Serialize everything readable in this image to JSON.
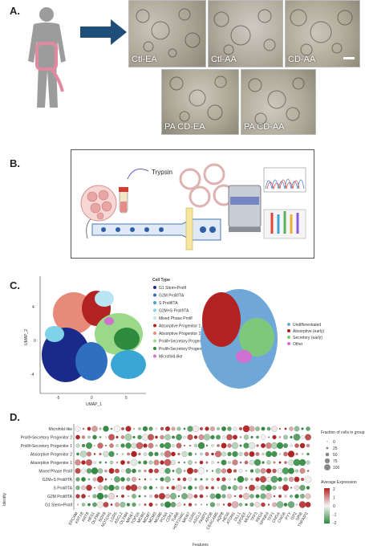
{
  "panels": {
    "a": "A.",
    "b": "B.",
    "c": "C.",
    "d": "D."
  },
  "panel_a": {
    "conditions": [
      "Ctl-EA",
      "Ctl-AA",
      "CD-AA",
      "PA CD-EA",
      "PA CD-AA"
    ]
  },
  "panel_b": {
    "trypsin_label": "Trypsin"
  },
  "panel_c": {
    "x_label": "UMAP_1",
    "y_label": "UMAP_2",
    "x_ticks": [
      "-5",
      "0",
      "5"
    ],
    "y_ticks": [
      "4",
      "0",
      "-4"
    ],
    "legend_title": "Cell Type",
    "cell_types": [
      {
        "label": "G1 Stem+Prolif",
        "color": "#1a2a8a"
      },
      {
        "label": "G2M Prolif/TA",
        "color": "#2f6fbf"
      },
      {
        "label": "S Prolif/TA",
        "color": "#3aa6d6"
      },
      {
        "label": "G2M+S Prolif/TA",
        "color": "#7fd3e8"
      },
      {
        "label": "Mixed Phase Prolif",
        "color": "#b9e4f1"
      },
      {
        "label": "Absorptive Progenitor 1",
        "color": "#b22222"
      },
      {
        "label": "Absorptive Progenitor 2",
        "color": "#e88a7a"
      },
      {
        "label": "Prolif+Secretory Progenitor 1",
        "color": "#9ad98a"
      },
      {
        "label": "Prolif+Secretory Progenitor 2",
        "color": "#2e8b3e"
      },
      {
        "label": "Microfold-like",
        "color": "#d070d0"
      }
    ],
    "legend2": [
      {
        "label": "Undifferentiated",
        "color": "#6fa8d8"
      },
      {
        "label": "Absorptive (early)",
        "color": "#b22222"
      },
      {
        "label": "Secretory (early)",
        "color": "#7cc97c"
      },
      {
        "label": "Other",
        "color": "#d070d0"
      }
    ]
  },
  "chart_data": {
    "type": "dotplot",
    "ylabel": "Identity",
    "xlabel": "Features",
    "identities": [
      "Microfold-like",
      "Prolif+Secretory Progenitor 2",
      "Prolif+Secretory Progenitor 1",
      "Absorptive Progenitor 2",
      "Absorptive Progenitor 1",
      "Mixed Phase Prolif",
      "G2M+S Prolif/TA",
      "S Prolif/TA",
      "G2M Prolif/TA",
      "G1 Stem+Prolif"
    ],
    "features": [
      "EPCAM",
      "KRT18",
      "KRT8",
      "HES1",
      "OLFM4",
      "SOX9",
      "NOTCH1",
      "LGR5",
      "ASCL2",
      "OLFM4",
      "MKI67",
      "TOP2A",
      "MCM2",
      "MCM7",
      "MCM3",
      "MCM6",
      "PCNA",
      "CDK1",
      "TUBB",
      "HIST1H4C",
      "MKI67",
      "LGR5",
      "ASCL2",
      "FABP2",
      "APOB",
      "CEACAM5",
      "AQP8",
      "HES6",
      "ATOH1",
      "DLL1",
      "SPDEF",
      "MUC2",
      "TFF3",
      "REG4",
      "SPINK4",
      "TFF1",
      "CHGA",
      "CHGB",
      "PYY",
      "GP2",
      "SPIB",
      "TNFAIP2"
    ],
    "legend_size_title": "Fraction of cells in group (%)",
    "size_levels": [
      0,
      25,
      50,
      75,
      100
    ],
    "legend_color_title": "Average Expression",
    "color_ticks": [
      2,
      1,
      0,
      -1,
      -2
    ]
  }
}
